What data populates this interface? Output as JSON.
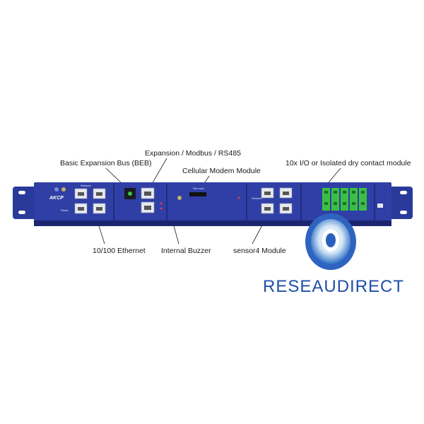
{
  "labels": {
    "beb": "Basic Expansion Bus (BEB)",
    "modbus": "Expansion / Modbus / RS485",
    "cellular": "Cellular Modem Module",
    "io": "10x I/O or Isolated dry contact module",
    "ethernet": "10/100 Ethernet",
    "buzzer": "Internal Buzzer",
    "sensor4": "sensor4 Module"
  },
  "device": {
    "logo": "AKCP",
    "panel_sensors": "Sensors",
    "panel_reset": "Reset",
    "panel_sensors2": "Sensors",
    "panel_sim": "Sim card"
  },
  "brand": {
    "name": "RESEAUDIRECT"
  },
  "colors": {
    "chassis": "#2a3a9a",
    "chassis_dark": "#1c2670",
    "connector_green": "#3bbf45",
    "brand": "#1f4fa8"
  }
}
